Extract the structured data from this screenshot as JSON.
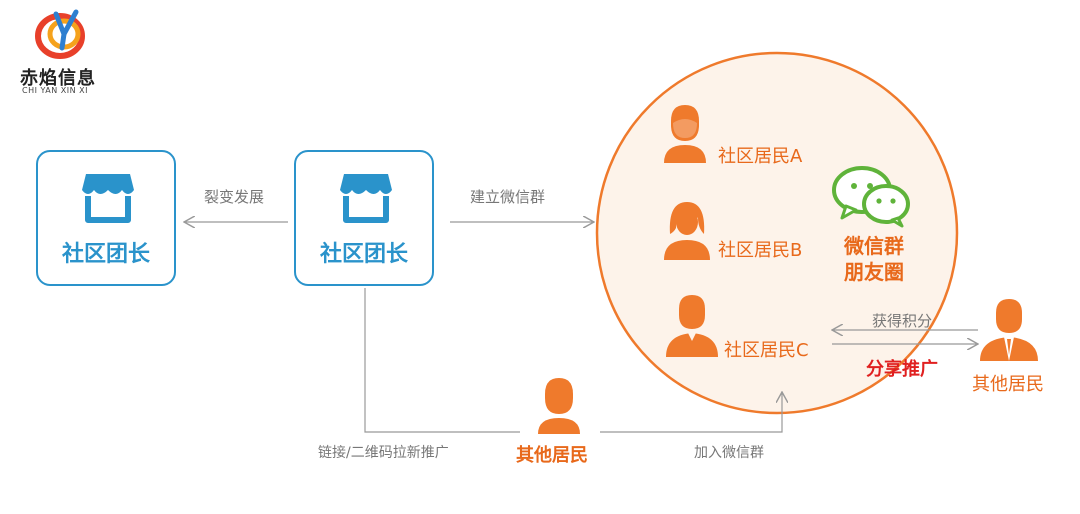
{
  "logo": {
    "name": "赤焰信息",
    "subtitle": "CHI YAN XIN XI"
  },
  "nodes": {
    "leader_left": "社区团长",
    "leader_center": "社区团长",
    "resident_a": "社区居民A",
    "resident_b": "社区居民B",
    "resident_c": "社区居民C",
    "other_bottom": "其他居民",
    "other_right": "其他居民",
    "wechat_line1": "微信群",
    "wechat_line2": "朋友圈"
  },
  "edges": {
    "fission": "裂变发展",
    "build_group": "建立微信群",
    "link_qr": "链接/二维码拉新推广",
    "join_group": "加入微信群",
    "get_points": "获得积分",
    "share_promote": "分享推广"
  },
  "colors": {
    "blue": "#2a93cb",
    "orange": "#e8691b",
    "red": "#e02020",
    "gray": "#999999"
  }
}
